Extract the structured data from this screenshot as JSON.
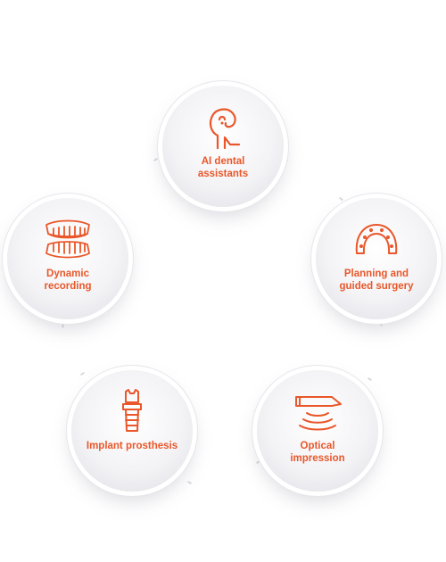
{
  "nodes": [
    {
      "id": "ai",
      "label": "AI dental\nassistants",
      "icon": "ai-assistant-icon"
    },
    {
      "id": "dynamic",
      "label": "Dynamic\nrecording",
      "icon": "dentures-icon"
    },
    {
      "id": "planning",
      "label": "Planning and\nguided surgery",
      "icon": "dental-arch-icon"
    },
    {
      "id": "implant",
      "label": "Implant prosthesis",
      "icon": "implant-icon"
    },
    {
      "id": "optical",
      "label": "Optical\nimpression",
      "icon": "intraoral-scanner-icon"
    }
  ],
  "colors": {
    "accent": "#e9572a",
    "background": "#ffffff",
    "circle": "#f3f3f6"
  }
}
